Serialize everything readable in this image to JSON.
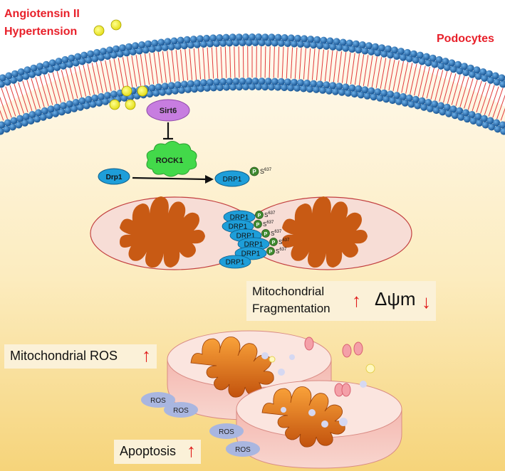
{
  "labels": {
    "angiotensin": "Angiotensin II",
    "hypertension": "Hypertension",
    "podocytes": "Podocytes",
    "sirt6": "Sirt6",
    "rock1": "ROCK1",
    "drp1_left": "Drp1",
    "drp1_right": "DRP1",
    "p": "P",
    "s637": "S",
    "s637_sup": "637",
    "mito_frag_line1": "Mitochondrial",
    "mito_frag_line2": "Fragmentation",
    "delta_psi": "Δψm",
    "mito_ros": "Mitochondrial ROS",
    "apoptosis": "Apoptosis",
    "ros": "ROS",
    "arrow_up": "↑",
    "arrow_down": "↓"
  },
  "colors": {
    "membrane_bead": "#1f6fb6",
    "label_red": "#e8202a",
    "sirt6": "#c77de0",
    "rock1": "#43d94a",
    "drp1": "#1e9ed9",
    "phospho": "#3f8a2f",
    "mito_fill": "#f7ddd6",
    "cristae": "#c85a14",
    "ros": "#a9b6e0",
    "text_box": "#fbf1d8"
  }
}
